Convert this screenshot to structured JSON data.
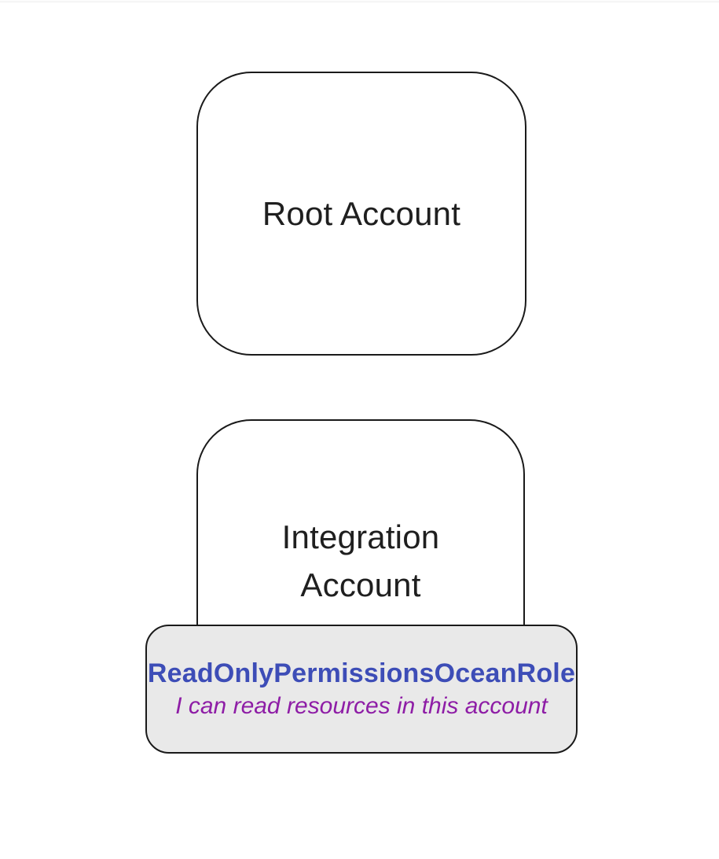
{
  "page": {
    "background": "#ffffff"
  },
  "diagram": {
    "type": "flowchart",
    "root_account": {
      "label": "Root Account",
      "fill": "#ffffff",
      "border_color": "#1a1a1a",
      "text_color": "#1f1f1f"
    },
    "integration_account": {
      "label": "Integration Account",
      "label_lines": [
        "Integration",
        "Account"
      ],
      "fill": "#ffffff",
      "border_color": "#1a1a1a",
      "text_color": "#1f1f1f"
    },
    "role_badge": {
      "name": "ReadOnlyPermissionsOceanRole",
      "description": "I can read resources in this account",
      "name_color": "#3d4db7",
      "description_color": "#8e1da6",
      "fill": "#e9e9e9",
      "border_color": "#1a1a1a"
    }
  }
}
